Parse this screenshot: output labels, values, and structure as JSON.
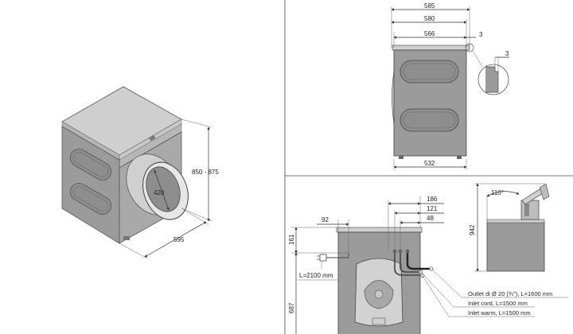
{
  "colors": {
    "body": "#9b9b9b",
    "top": "#cfcfcf",
    "side": "#b9b9b9",
    "dark": "#7b7b7b",
    "line": "#333333",
    "door": "#e6e6e6"
  },
  "iso_view": {
    "height_range": "850 - 875",
    "width": "595",
    "door_diameter": "420"
  },
  "side_view": {
    "d585": "585",
    "d580": "580",
    "d566": "566",
    "d3a": "3",
    "d3b": "3",
    "d532": "532"
  },
  "rear_view": {
    "d186": "186",
    "d121": "121",
    "d48": "48",
    "d92": "92",
    "d161": "161",
    "d687": "687",
    "cord_length": "L=2100 mm",
    "outlet": "Outlet di Ø 20 (¾\"), L=1600 mm",
    "inlet_cord": "Inlet cord, L=1500 mm",
    "inlet_warm": "Inlet warm, L=1500 mm"
  },
  "lid_view": {
    "angle": "110°",
    "height": "942"
  }
}
